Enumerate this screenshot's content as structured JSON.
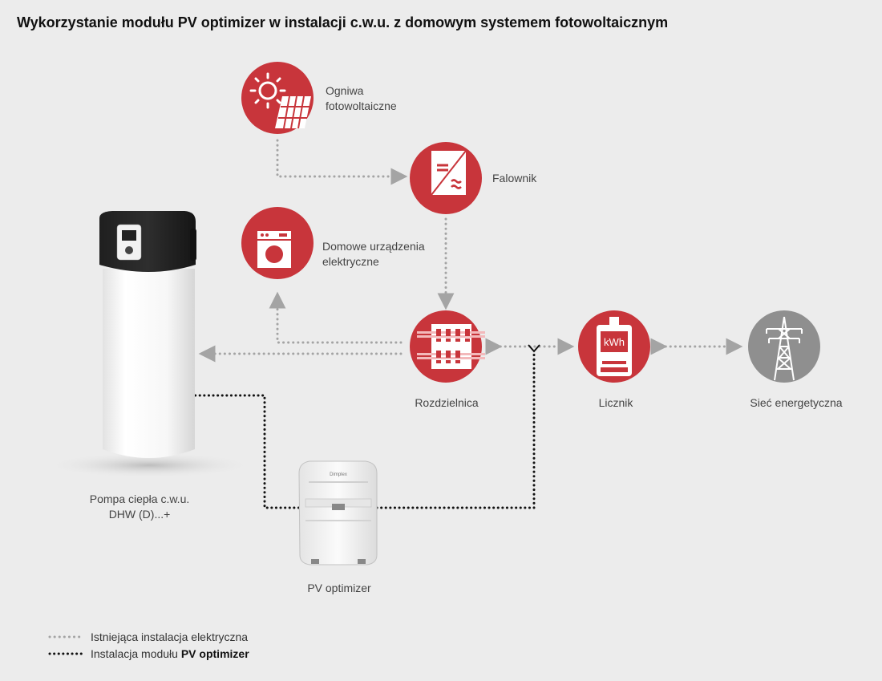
{
  "title": "Wykorzystanie modułu PV optimizer w instalacji c.w.u. z domowym systemem fotowoltaicznym",
  "colors": {
    "accent_red": "#c8353b",
    "grid_grey": "#8f8f8f",
    "existing_line": "#a4a4a4",
    "module_line": "#111111",
    "background": "#ececec"
  },
  "nodes": {
    "pv_cells": {
      "label_line1": "Ogniwa",
      "label_line2": "fotowoltaiczne",
      "icon": "sun-solar-panel-icon"
    },
    "inverter": {
      "label": "Falownik",
      "icon": "inverter-dc-ac-icon"
    },
    "appliances": {
      "label_line1": "Domowe urządzenia",
      "label_line2": "elektryczne",
      "icon": "washing-machine-icon"
    },
    "switchboard": {
      "label": "Rozdzielnica",
      "icon": "switchboard-breakers-icon"
    },
    "meter": {
      "label": "Licznik",
      "icon": "electricity-meter-icon",
      "display_text": "kWh"
    },
    "grid": {
      "label": "Sieć energetyczna",
      "icon": "power-pylon-icon"
    },
    "heat_pump": {
      "label_line1": "Pompa ciepła c.w.u.",
      "label_line2": "DHW (D)...+"
    },
    "pv_optimizer": {
      "label": "PV optimizer",
      "brand": "Dimplex"
    }
  },
  "legend": {
    "existing": "Istniejąca instalacja elektryczna",
    "module_prefix": "Instalacja modułu ",
    "module_bold": "PV optimizer"
  }
}
